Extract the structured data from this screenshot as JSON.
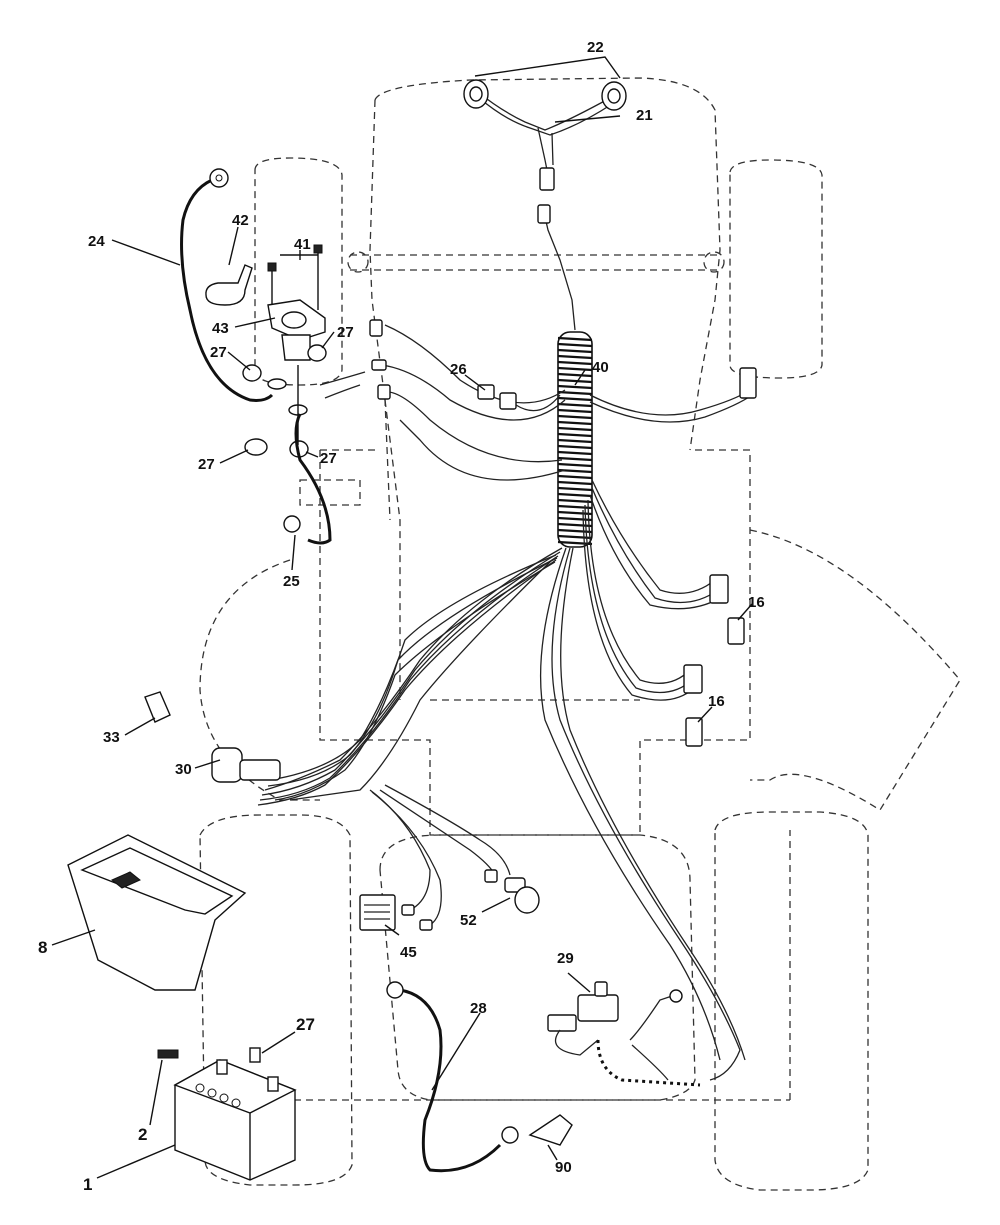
{
  "diagram": {
    "callouts": [
      {
        "id": "c1",
        "label": "1"
      },
      {
        "id": "c2",
        "label": "2"
      },
      {
        "id": "c8",
        "label": "8"
      },
      {
        "id": "c16a",
        "label": "16"
      },
      {
        "id": "c16b",
        "label": "16"
      },
      {
        "id": "c21",
        "label": "21"
      },
      {
        "id": "c22",
        "label": "22"
      },
      {
        "id": "c24",
        "label": "24"
      },
      {
        "id": "c25",
        "label": "25"
      },
      {
        "id": "c26",
        "label": "26"
      },
      {
        "id": "c27a",
        "label": "27"
      },
      {
        "id": "c27b",
        "label": "27"
      },
      {
        "id": "c27c",
        "label": "27"
      },
      {
        "id": "c27d",
        "label": "27"
      },
      {
        "id": "c27e",
        "label": "27"
      },
      {
        "id": "c28",
        "label": "28"
      },
      {
        "id": "c29",
        "label": "29"
      },
      {
        "id": "c30",
        "label": "30"
      },
      {
        "id": "c33",
        "label": "33"
      },
      {
        "id": "c40",
        "label": "40"
      },
      {
        "id": "c41",
        "label": "41"
      },
      {
        "id": "c42",
        "label": "42"
      },
      {
        "id": "c43",
        "label": "43"
      },
      {
        "id": "c45",
        "label": "45"
      },
      {
        "id": "c52",
        "label": "52"
      },
      {
        "id": "c90",
        "label": "90"
      }
    ]
  }
}
